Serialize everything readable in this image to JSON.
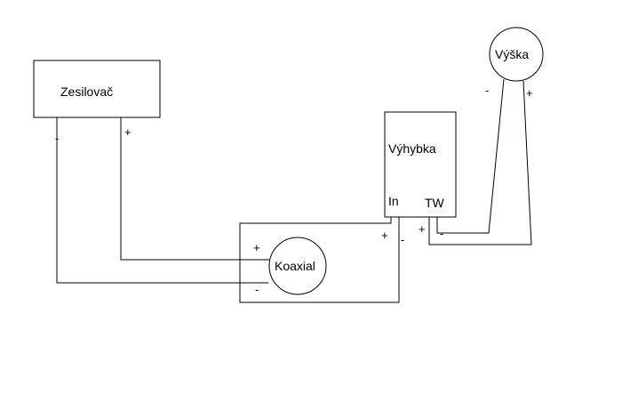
{
  "amplifier": {
    "label": "Zesilovač",
    "minus": "-",
    "plus": "+"
  },
  "crossover": {
    "label": "Výhybka",
    "in_label": "In",
    "tw_label": "TW",
    "in_plus": "+",
    "in_minus": "-",
    "tw_plus": "+",
    "tw_minus": "-"
  },
  "coaxial": {
    "label": "Koaxial",
    "plus": "+",
    "minus": "-"
  },
  "tweeter": {
    "label": "Výška",
    "minus": "-",
    "plus": "+"
  }
}
